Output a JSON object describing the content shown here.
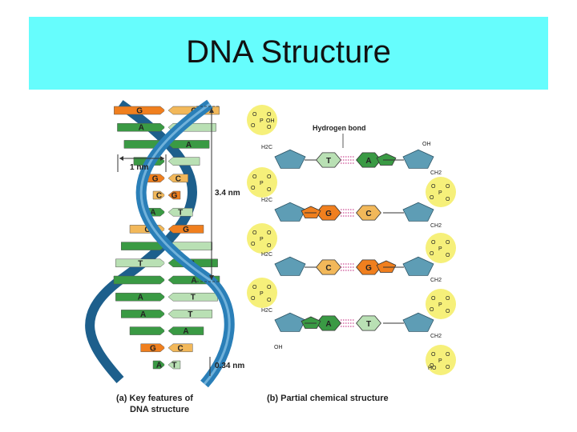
{
  "title": "DNA Structure",
  "helix": {
    "width_label": "1 nm",
    "pitch_label": "3.4 nm",
    "rise_label": "0.34 nm",
    "caption_line1": "(a) Key features of",
    "caption_line2": "DNA structure",
    "pairs": [
      {
        "left": "G",
        "right": "C"
      },
      {
        "left": "A",
        "right": ""
      },
      {
        "left": "",
        "right": "A"
      },
      {
        "left": "",
        "right": ""
      },
      {
        "left": "G",
        "right": "C"
      },
      {
        "left": "C",
        "right": "G"
      },
      {
        "left": "A",
        "right": "T"
      },
      {
        "left": "C",
        "right": "G"
      },
      {
        "left": "",
        "right": ""
      },
      {
        "left": "T",
        "right": "A"
      },
      {
        "left": "",
        "right": "A"
      },
      {
        "left": "A",
        "right": "T"
      },
      {
        "left": "A",
        "right": "T"
      },
      {
        "left": "",
        "right": "A"
      },
      {
        "left": "G",
        "right": "C"
      },
      {
        "left": "A",
        "right": "T"
      }
    ]
  },
  "chemical": {
    "hydrogen_bond_label": "Hydrogen bond",
    "caption": "(b) Partial chemical structure",
    "rows": [
      {
        "left": "T",
        "right": "A"
      },
      {
        "left": "G",
        "right": "C"
      },
      {
        "left": "C",
        "right": "G"
      },
      {
        "left": "A",
        "right": "T"
      }
    ],
    "labels": {
      "oh": "OH",
      "h2c": "H2C",
      "ch2": "CH2",
      "p": "P",
      "o": "O",
      "ho": "HO"
    }
  },
  "colors": {
    "title_bg": "#66fdfd",
    "backbone": "#2a7fb8",
    "G": "#f07f1e",
    "C": "#f2b85a",
    "A": "#3a9a44",
    "T": "#b9e0b4",
    "sugar": "#5e9db5",
    "phosphate": "#f6f07a"
  }
}
